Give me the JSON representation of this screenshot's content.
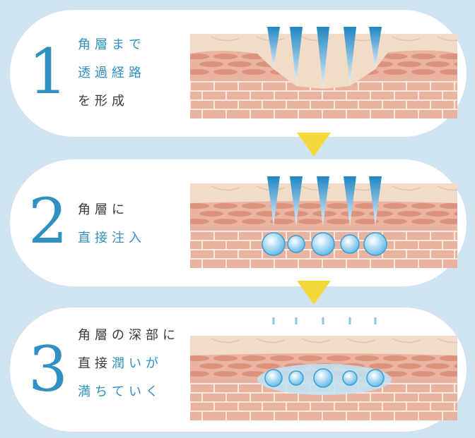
{
  "steps": [
    {
      "number": "1",
      "lines": [
        {
          "text": "角層まで",
          "blue": true
        },
        {
          "text": "透過経路",
          "blue": true
        },
        {
          "text": "を形成",
          "blue": false
        }
      ]
    },
    {
      "number": "2",
      "lines": [
        {
          "text": "角層に",
          "blue": false
        },
        {
          "text": "直接注入",
          "blue": true
        }
      ]
    },
    {
      "number": "3",
      "lines": [
        {
          "text": "角層の深部に",
          "blue": false
        },
        {
          "text": "直接",
          "blue": false,
          "tail": "潤いが",
          "tail_blue": true
        },
        {
          "text": "満ちていく",
          "blue": true
        }
      ]
    }
  ],
  "colors": {
    "accent_blue": "#2f90c1",
    "arrow_yellow": "#f5d93a",
    "skin_top": "#f1dcc8",
    "skin_mid": "#d98d78",
    "brick": "#eab3a0"
  },
  "icons": [
    "microneedle-icon",
    "droplet-icon",
    "skin-layer-illustration",
    "down-arrow-icon"
  ]
}
